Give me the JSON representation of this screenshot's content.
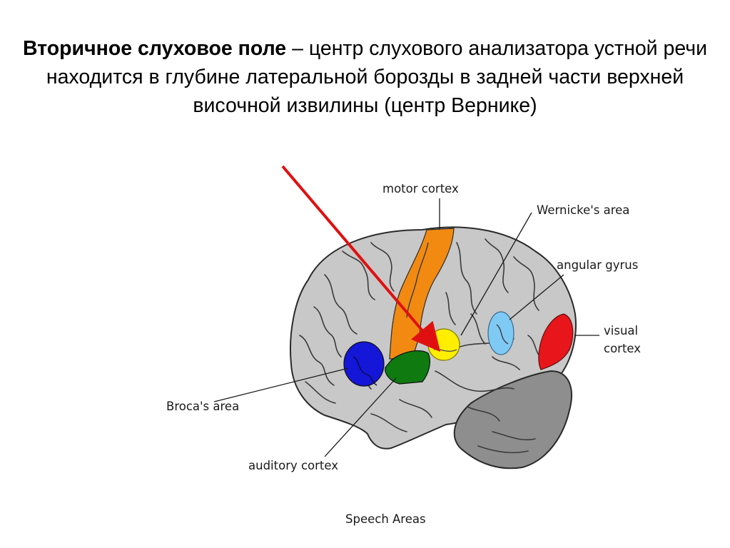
{
  "heading": {
    "bold_part": "Вторичное слуховое поле",
    "rest_part": " – центр слухового анализатора  устной речи находится в глубине латеральной борозды в задней части верхней височной извилины (центр Вернике)"
  },
  "labels": {
    "motor_cortex": "motor cortex",
    "wernickes_area": "Wernicke's area",
    "angular_gyrus": "angular gyrus",
    "visual_cortex_line1": "visual",
    "visual_cortex_line2": "cortex",
    "brocas_area": "Broca's area",
    "auditory_cortex": "auditory cortex",
    "caption": "Speech Areas"
  },
  "colors": {
    "brain": "#c8c8c8",
    "cerebellum": "#8e8e8e",
    "motor_cortex": "#f28a12",
    "wernickes_area": "#ffee00",
    "angular_gyrus": "#7fc9f5",
    "visual_cortex": "#e8151a",
    "brocas_area": "#1416d8",
    "auditory_cortex": "#0e7a10",
    "pointer_arrow": "#e01010"
  }
}
